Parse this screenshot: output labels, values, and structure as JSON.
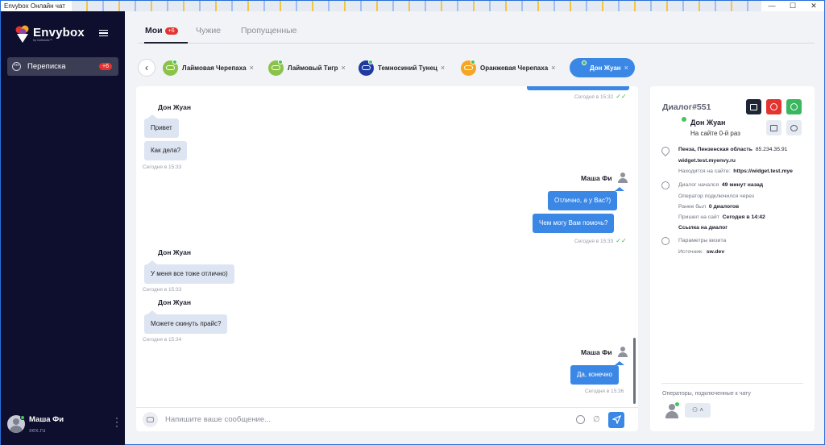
{
  "window": {
    "title": "Envybox Онлайн чат",
    "minimize": "—",
    "maximize": "☐",
    "close": "✕"
  },
  "sidebar": {
    "logo_name": "Envybox",
    "logo_sub": "by Cartbacks™",
    "nav": [
      {
        "label": "Переписка",
        "badge": "+6"
      }
    ],
    "user": {
      "name": "Маша Фи",
      "email": "xex.ru"
    }
  },
  "tabs": [
    {
      "label": "Мои",
      "badge": "+6"
    },
    {
      "label": "Чужие"
    },
    {
      "label": "Пропущенные"
    }
  ],
  "chips": [
    {
      "label": "Лаймовая Черепаха",
      "color": "#8bc34a"
    },
    {
      "label": "Лаймовый Тигр",
      "color": "#8bc34a"
    },
    {
      "label": "Темносиний Тунец",
      "color": "#1f3aa0"
    },
    {
      "label": "Оранжевая Черепаха",
      "color": "#f5a623"
    },
    {
      "label": "Дон Жуан",
      "color": "#3a87e6"
    }
  ],
  "chip_close": "×",
  "messages": {
    "top_time": "Сегодня в 15:32",
    "g1": {
      "author": "Дон Жуан",
      "m1": "Привет",
      "m2": "Как дела?",
      "time": "Сегодня в 15:33"
    },
    "g2": {
      "author": "Маша Фи",
      "m1": "Отлично, а у Вас?)",
      "m2": "Чем могу Вам помочь?",
      "time": "Сегодня в 15:33"
    },
    "g3": {
      "author": "Дон Жуан",
      "m1": "У меня все тоже отлично)",
      "time": "Сегодня в 15:33"
    },
    "g4": {
      "author": "Дон Жуан",
      "m1": "Можете скинуть прайс?",
      "time": "Сегодня в 15:34"
    },
    "g5": {
      "author": "Маша Фи",
      "m1": "Да, конечно",
      "time": "Сегодня в 15:36"
    }
  },
  "input": {
    "placeholder": "Напишите ваше сообщение..."
  },
  "panel": {
    "title": "Диалог#551",
    "name": "Дон Жуан",
    "site_visits": "На сайте 0-й раз",
    "location": "Пенза, Пензенская область",
    "ip": "85.234.35.91",
    "widget": "widget.test.myenvy.ru",
    "on_site_label": "Находится на сайте:",
    "on_site_value": "https://widget.test.mye",
    "dialog_start_label": "Диалог начался",
    "dialog_start_value": "49 минут назад",
    "operator_joined": "Оператор подключился через",
    "was_before_label": "Ранее был",
    "was_before_value": "0 диалогов",
    "came_label": "Пришел на сайт",
    "came_value": "Сегодня в 14:42",
    "dialog_link": "Ссылка на диалог",
    "visit_params": "Параметры визита",
    "source_label": "Источник:",
    "source_value": "sw.dev",
    "operators_label": "Операторы, подключенные к чату"
  }
}
